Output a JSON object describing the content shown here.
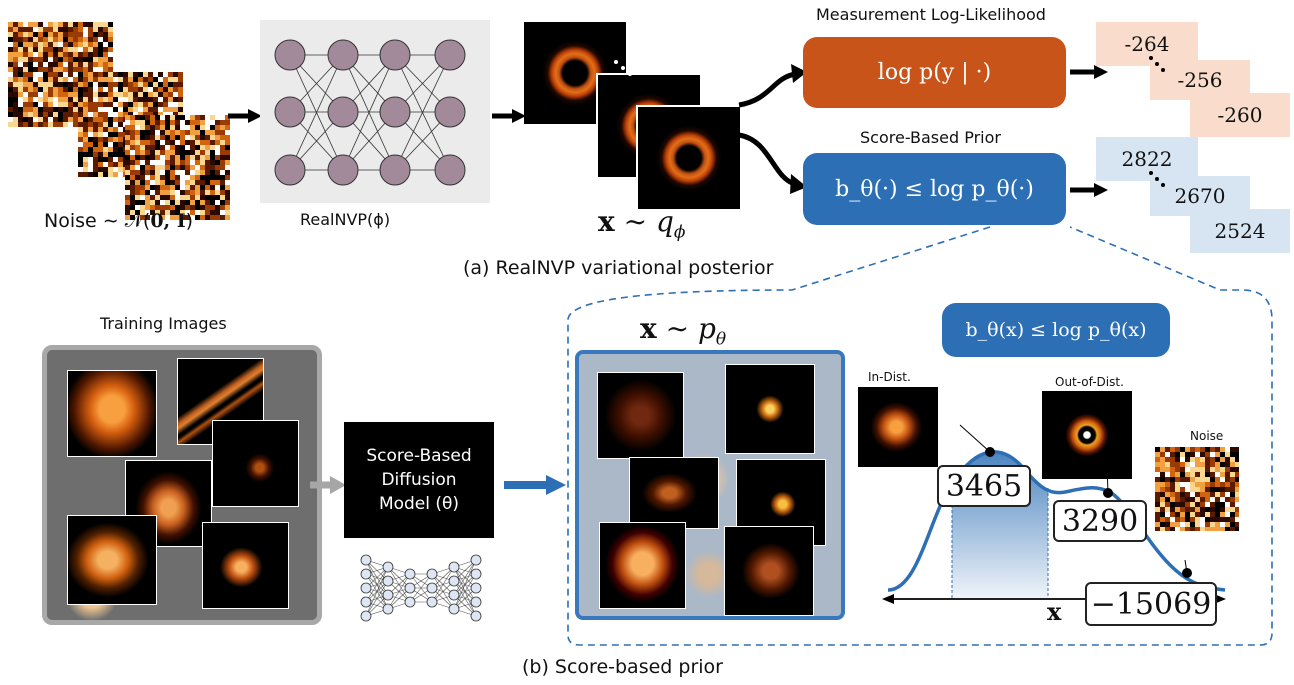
{
  "top": {
    "noise_label": "Noise ∼ 𝒩(",
    "noise_bold": "0, I",
    "noise_close": ")",
    "realnvp_label": "RealNVP(ϕ)",
    "x_sample_label_a": "x",
    "x_sample_label_b": " ∼ q",
    "x_sample_sub": "ϕ",
    "measurement_title": "Measurement Log-Likelihood",
    "measurement_expr": "log p(y | ·)",
    "prior_title": "Score-Based Prior",
    "prior_expr": "b_θ(·) ≤ log p_θ(·)",
    "measurement_values": [
      "-264",
      "-256",
      "-260"
    ],
    "prior_values": [
      "2822",
      "2670",
      "2524"
    ],
    "caption": "(a) RealNVP variational posterior"
  },
  "bottom": {
    "training_title": "Training Images",
    "model_label_lines": [
      "Score-Based",
      "Diffusion",
      "Model (θ)"
    ],
    "sample_label_a": "x",
    "sample_label_b": " ∼ p",
    "sample_sub": "θ",
    "bound_expr": "b_θ(x) ≤ log p_θ(x)",
    "in_dist_label": "In-Dist.",
    "out_dist_label": "Out-of-Dist.",
    "noise_label": "Noise",
    "in_dist_value": "3465",
    "out_dist_value": "3290",
    "noise_value": "−15069",
    "axis_label": "x",
    "caption": "(b) Score-based prior"
  },
  "colors": {
    "orange_box": "#c9541a",
    "blue_box": "#2d6fb5",
    "orange_value_bg": "#f9dccb",
    "blue_value_bg": "#d7e5f3",
    "curve": "#2d6fb5",
    "grey_arrow": "#a6a6a6"
  }
}
